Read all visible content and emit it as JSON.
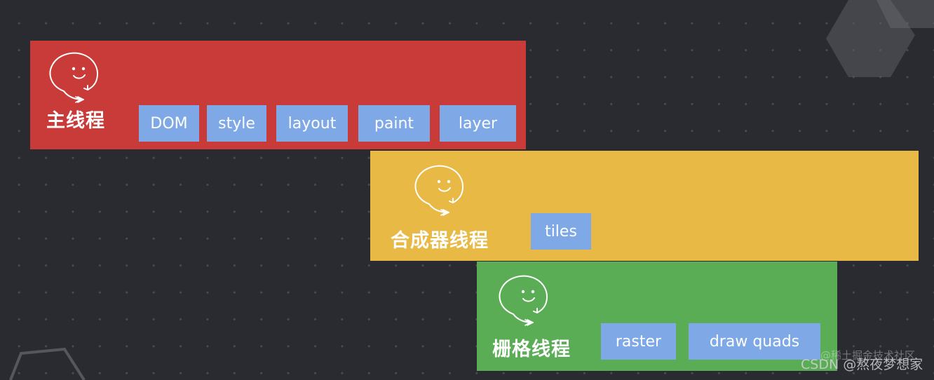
{
  "threads": [
    {
      "id": "main",
      "label": "主线程",
      "color": "#c93b39",
      "stages": [
        "DOM",
        "style",
        "layout",
        "paint",
        "layer"
      ]
    },
    {
      "id": "compositor",
      "label": "合成器线程",
      "color": "#e8b944",
      "stages": [
        "tiles"
      ]
    },
    {
      "id": "raster",
      "label": "栅格线程",
      "color": "#5aad55",
      "stages": [
        "raster",
        "draw quads"
      ]
    }
  ],
  "stage_box_color": "#7ea8e6",
  "watermark": "CSDN @熬夜梦想家",
  "watermark_faint": "@稀土掘金技术社区"
}
